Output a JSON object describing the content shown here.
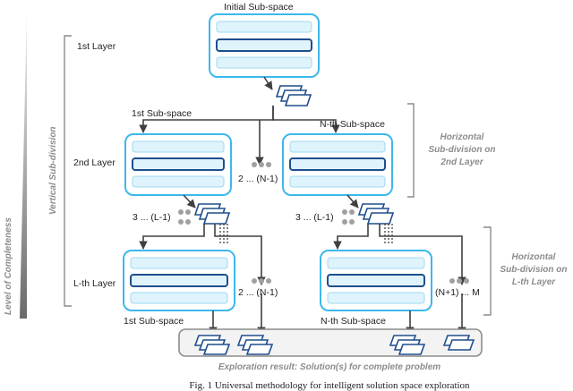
{
  "title": "Initial Sub-space",
  "side_labels": {
    "completeness": "Level of Completeness",
    "vertical": "Vertical Sub-division"
  },
  "layers": {
    "first": "1st Layer",
    "second": "2nd Layer",
    "lth": "L-th Layer"
  },
  "subspaces": {
    "first_top": "1st Sub-space",
    "nth_top": "N-th Sub-space",
    "first_bottom": "1st Sub-space",
    "nth_bottom": "N-th Sub-space"
  },
  "counters": {
    "mid_2nd": "2 ... (N-1)",
    "left_3l": "3 ... (L-1)",
    "right_3l": "3 ... (L-1)",
    "mid_lth": "2 ... (N-1)",
    "right_lth": "(N+1) ... M"
  },
  "horizontal": {
    "h2_line1": "Horizontal",
    "h2_line2": "Sub-division on",
    "h2_line3": "2nd Layer",
    "hl_line1": "Horizontal",
    "hl_line2": "Sub-division on",
    "hl_line3": "L-th Layer"
  },
  "result": "Exploration result: Solution(s) for complete problem",
  "caption": "Fig. 1 Universal methodology for intelligent solution space exploration",
  "colors": {
    "box_border": "#3cb8ec",
    "box_fill": "#dff3fc",
    "bar_dark": "#1f4e8c",
    "arrow": "#404040",
    "dot": "#a0a0a0"
  }
}
